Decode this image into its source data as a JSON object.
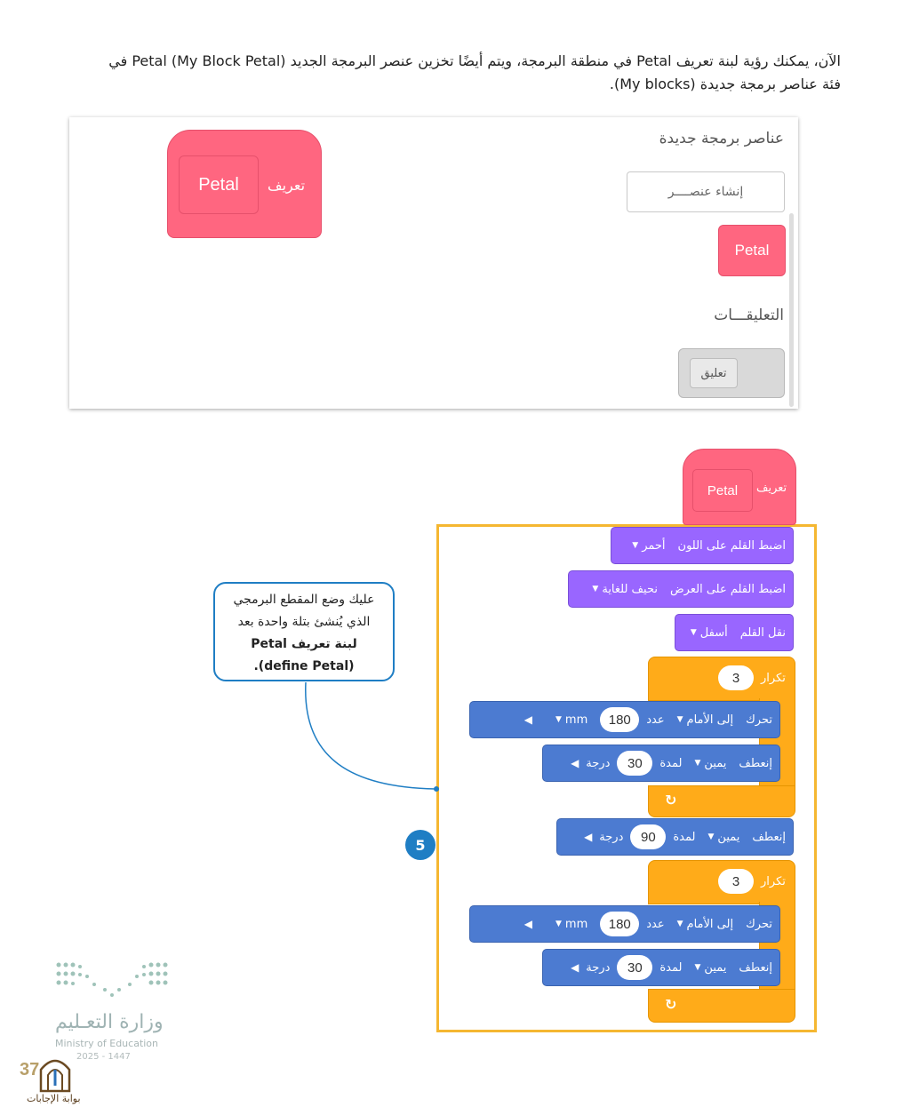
{
  "intro": {
    "line1": "الآن، يمكنك رؤية لبنة تعريف Petal في منطقة البرمجة، ويتم أيضًا تخزين عنصر البرمجة الجديد Petal (My Block Petal) في",
    "line2": "فئة عناصر برمجة جديدة (My blocks)."
  },
  "palette": {
    "category_title": "عناصر برمجة جديدة",
    "make_block_button": "إنشاء عنصــــر",
    "petal_block": "Petal",
    "comments_title": "التعليقـــات",
    "comment_block": "تعليق"
  },
  "define_block": {
    "label": "تعريف",
    "name": "Petal"
  },
  "script": {
    "define_label": "تعريف",
    "define_name": "Petal",
    "pen_color": {
      "label": "اضبط القلم على اللون",
      "value": "أحمر"
    },
    "pen_width": {
      "label": "اضبط القلم على العرض",
      "value": "نحيف للغاية"
    },
    "pen_down": {
      "label": "نقل القلم",
      "value": "أسفل"
    },
    "repeat1": {
      "label": "تكرار",
      "count": "3"
    },
    "move1": {
      "label": "تحرك",
      "direction": "إلى الأمام",
      "count_label": "عدد",
      "count": "180",
      "unit": "mm"
    },
    "turn1": {
      "label": "إنعطف",
      "direction": "يمين",
      "for_label": "لمدة",
      "degrees": "30",
      "unit": "درجة"
    },
    "turn_mid": {
      "label": "إنعطف",
      "direction": "يمين",
      "for_label": "لمدة",
      "degrees": "90",
      "unit": "درجة"
    },
    "repeat2": {
      "label": "تكرار",
      "count": "3"
    },
    "move2": {
      "label": "تحرك",
      "direction": "إلى الأمام",
      "count_label": "عدد",
      "count": "180",
      "unit": "mm"
    },
    "turn2": {
      "label": "إنعطف",
      "direction": "يمين",
      "for_label": "لمدة",
      "degrees": "30",
      "unit": "درجة"
    }
  },
  "callout": {
    "line1": "عليك وضع المقطع البرمجي",
    "line2": "الذي يُنشئ بتلة واحدة بعد",
    "line3": "لبنة تعريف Petal",
    "line4": "(define Petal)."
  },
  "step_number": "5",
  "footer": {
    "ministry_ar": "وزارة التعـليم",
    "ministry_en": "Ministry of Education",
    "year": "2025 - 1447",
    "page_number": "37",
    "gate_label": "بوابة الإجابات"
  },
  "colors": {
    "pink": "#ff6680",
    "purple": "#9966ff",
    "blue": "#4c7bd1",
    "orange": "#ffab19",
    "highlight": "#f5b731",
    "callout": "#1f7ec4"
  }
}
